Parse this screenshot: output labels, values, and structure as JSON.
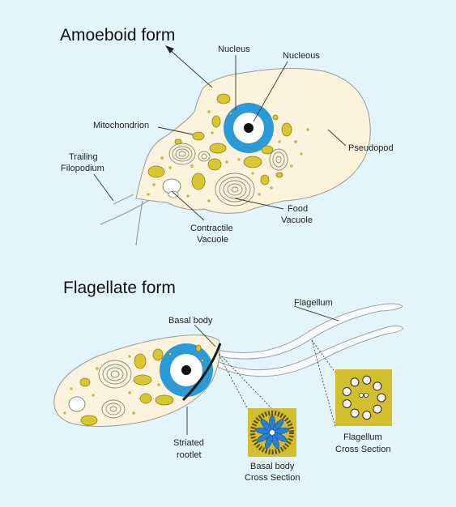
{
  "titles": {
    "amoeboid": "Amoeboid form",
    "flagellate": "Flagellate form"
  },
  "labels": {
    "nucleus": "Nucleus",
    "nucleolus": "Nucleous",
    "mitochondrion": "Mitochondrion",
    "trailing_1": "Trailing",
    "trailing_2": "Filopodium",
    "pseudopod": "Pseudopod",
    "food_1": "Food",
    "food_2": "Vacuole",
    "contractile_1": "Contractile",
    "contractile_2": "Vacuole",
    "flagellum": "Flagellum",
    "basal_body": "Basal body",
    "rootlet_1": "Striated",
    "rootlet_2": "rootlet",
    "basal_cs_1": "Basal body",
    "basal_cs_2": "Cross Section",
    "flag_cs_1": "Flagellum",
    "flag_cs_2": "Cross Section"
  },
  "colors": {
    "background": "#e3f4fb",
    "cytoplasm": "#fbf3dc",
    "nucleus_ring": "#2b9ad7",
    "mitochondria": "#d8c632",
    "cross_section_fill": "#d3bf2e"
  }
}
